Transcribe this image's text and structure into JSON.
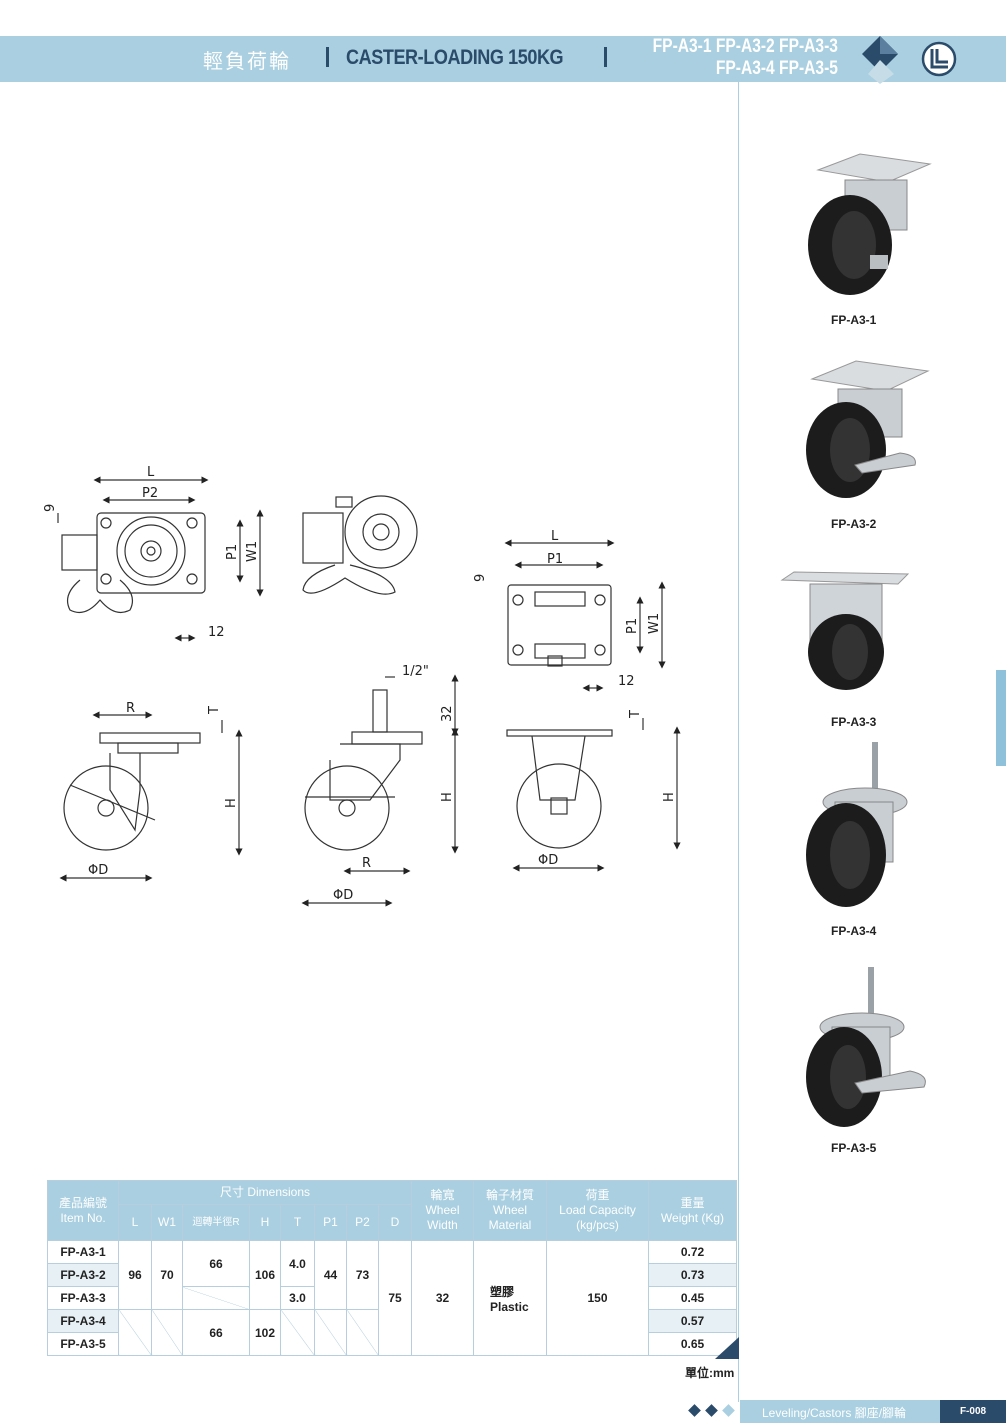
{
  "header": {
    "title_cn": "輕負荷輪",
    "title_en": "CASTER-LOADING 150KG",
    "models_line1": "FP-A3-1 FP-A3-2 FP-A3-3",
    "models_line2": "FP-A3-4 FP-A3-5"
  },
  "drawing_labels": {
    "L": "L",
    "P1": "P1",
    "P2": "P2",
    "W1": "W1",
    "dim9": "9",
    "dim12": "12",
    "R": "R",
    "T": "T",
    "H": "H",
    "D": "ΦD",
    "thread": "1/2\"",
    "dim32": "32"
  },
  "products": [
    {
      "label": "FP-A3-1"
    },
    {
      "label": "FP-A3-2"
    },
    {
      "label": "FP-A3-3"
    },
    {
      "label": "FP-A3-4"
    },
    {
      "label": "FP-A3-5"
    }
  ],
  "table": {
    "item_cn": "產品編號",
    "item_en": "Item No.",
    "dims_header": "尺寸 Dimensions",
    "col_L": "L",
    "col_W1": "W1",
    "col_R": "迴轉半徑R",
    "col_H": "H",
    "col_T": "T",
    "col_P1": "P1",
    "col_P2": "P2",
    "col_D": "D",
    "width_cn": "輪寬",
    "width_en1": "Wheel",
    "width_en2": "Width",
    "mat_cn": "輪子材質",
    "mat_en1": "Wheel",
    "mat_en2": "Material",
    "load_cn": "荷重",
    "load_en1": "Load Capacity",
    "load_en2": "(kg/pcs)",
    "weight_cn": "重量",
    "weight_en": "Weight (Kg)",
    "rows": [
      "FP-A3-1",
      "FP-A3-2",
      "FP-A3-3",
      "FP-A3-4",
      "FP-A3-5"
    ],
    "L_val": "96",
    "W1_val": "70",
    "R_top": "66",
    "R_bottom": "66",
    "H_top": "106",
    "H_bottom": "102",
    "T_top": "4.0",
    "T_mid": "3.0",
    "P1_val": "44",
    "P2_val": "73",
    "D_val": "75",
    "width_val": "32",
    "material_cn": "塑膠",
    "material_en": "Plastic",
    "load_val": "150",
    "weights": [
      "0.72",
      "0.73",
      "0.45",
      "0.57",
      "0.65"
    ]
  },
  "unit": "單位:mm",
  "footer": {
    "text": "Leveling/Castors 腳座/腳輪",
    "page": "F-008"
  },
  "colors": {
    "accent": "#a9cfe0",
    "dark": "#2b4b6b"
  }
}
